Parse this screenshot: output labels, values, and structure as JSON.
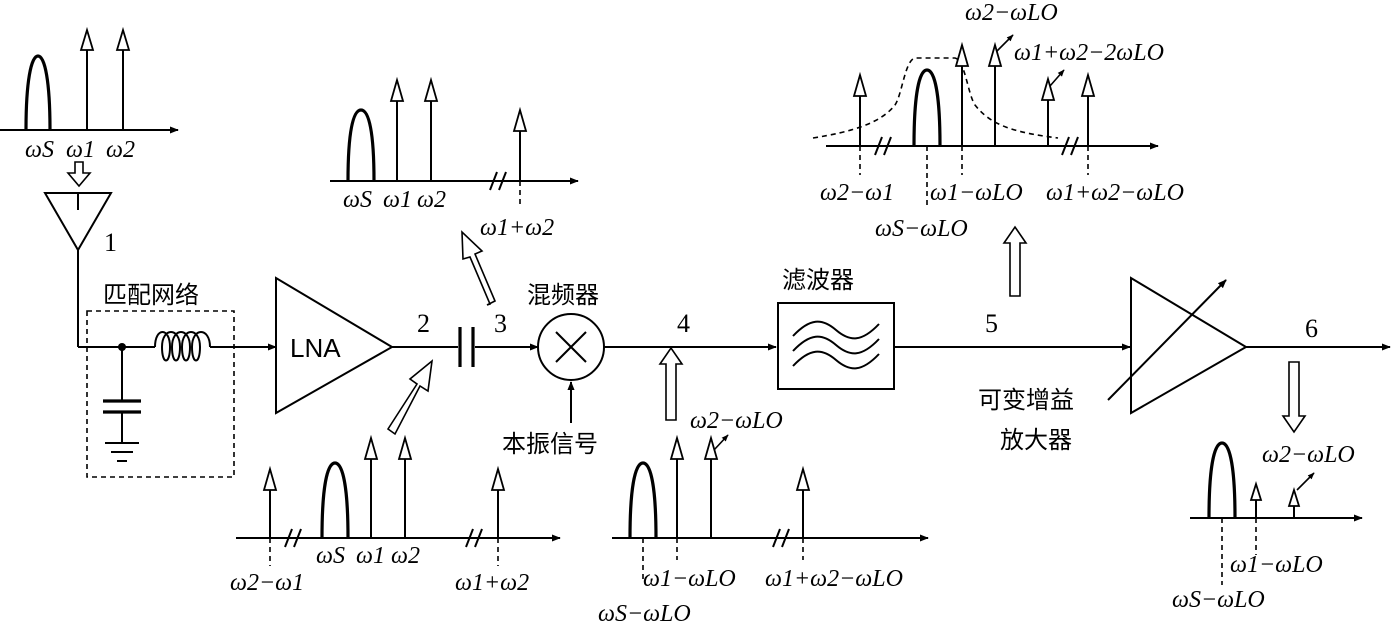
{
  "labels": {
    "matching_network": "匹配网络",
    "mixer": "混频器",
    "filter": "滤波器",
    "local_oscillator": "本振信号",
    "vga_line1": "可变增益",
    "vga_line2": "放大器",
    "lna": "LNA"
  },
  "nodes": {
    "n1": "1",
    "n2": "2",
    "n3": "3",
    "n4": "4",
    "n5": "5",
    "n6": "6"
  },
  "spectrum": {
    "ws": "ωS",
    "w1": "ω1",
    "w2": "ω2",
    "w1_plus_w2": "ω1+ω2",
    "w2_minus_w1": "ω2−ω1",
    "w1_minus_wlo": "ω1−ωLO",
    "w2_minus_wlo": "ω2−ωLO",
    "ws_minus_wlo": "ωS−ωLO",
    "w1_w2_minus_wlo": "ω1+ω2−ωLO",
    "w1_w2_minus_2wlo": "ω1+ω2−2ωLO"
  }
}
